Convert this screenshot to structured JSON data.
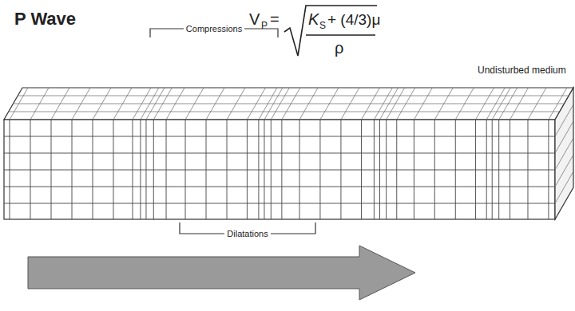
{
  "diagram": {
    "title": "P Wave",
    "labels": [
      "V",
      "P",
      "=",
      "K",
      "S",
      "+ (4/3)μ",
      "ρ",
      "Compressions",
      "Undisturbed medium",
      "Dilatations"
    ]
  }
}
